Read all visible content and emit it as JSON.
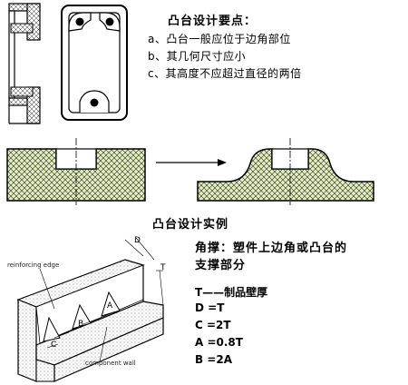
{
  "boss_design": {
    "title": "凸台设计要点：",
    "points": [
      "a、凸台一般应位于边角部位",
      "b、其几何尺寸应小",
      "c、其高度不应超过直径的两倍"
    ]
  },
  "example": {
    "caption": "凸台设计实例"
  },
  "gusset": {
    "heading_line1": "角撑：塑件上边角或凸台的",
    "heading_line2": "支撑部分",
    "formulas": [
      "T——制品壁厚",
      "D =T",
      "C =2T",
      "A =0.8T",
      "B =2A"
    ],
    "labels": {
      "reinforcing_edge": "reinforcing edge",
      "component_wall": "component wall",
      "D": "D",
      "T": "T",
      "A": "A",
      "B": "B",
      "C": "C"
    }
  }
}
